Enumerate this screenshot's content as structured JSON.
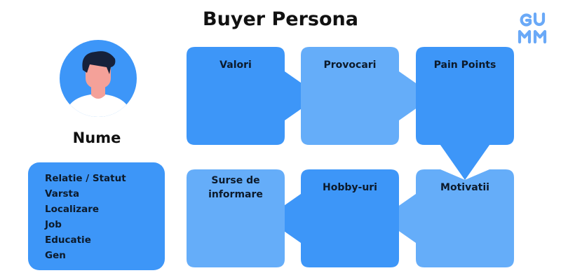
{
  "header": {
    "title": "Buyer Persona"
  },
  "logo": {
    "text": "GUMM"
  },
  "profile": {
    "name": "Nume",
    "avatar_icon": "person-avatar-icon"
  },
  "info_card": {
    "items": [
      "Relatie / Statut",
      "Varsta",
      "Localizare",
      "Job",
      "Educatie",
      "Gen"
    ]
  },
  "flow": {
    "steps": [
      {
        "label": "Valori"
      },
      {
        "label": "Provocari"
      },
      {
        "label": "Pain Points"
      },
      {
        "label": "Motivatii"
      },
      {
        "label": "Hobby-uri"
      },
      {
        "label_lines": [
          "Surse de",
          "informare"
        ]
      }
    ]
  },
  "colors": {
    "dark_blue": "#3d96f8",
    "light_blue": "#65adf9",
    "text": "#0c1a2b"
  }
}
